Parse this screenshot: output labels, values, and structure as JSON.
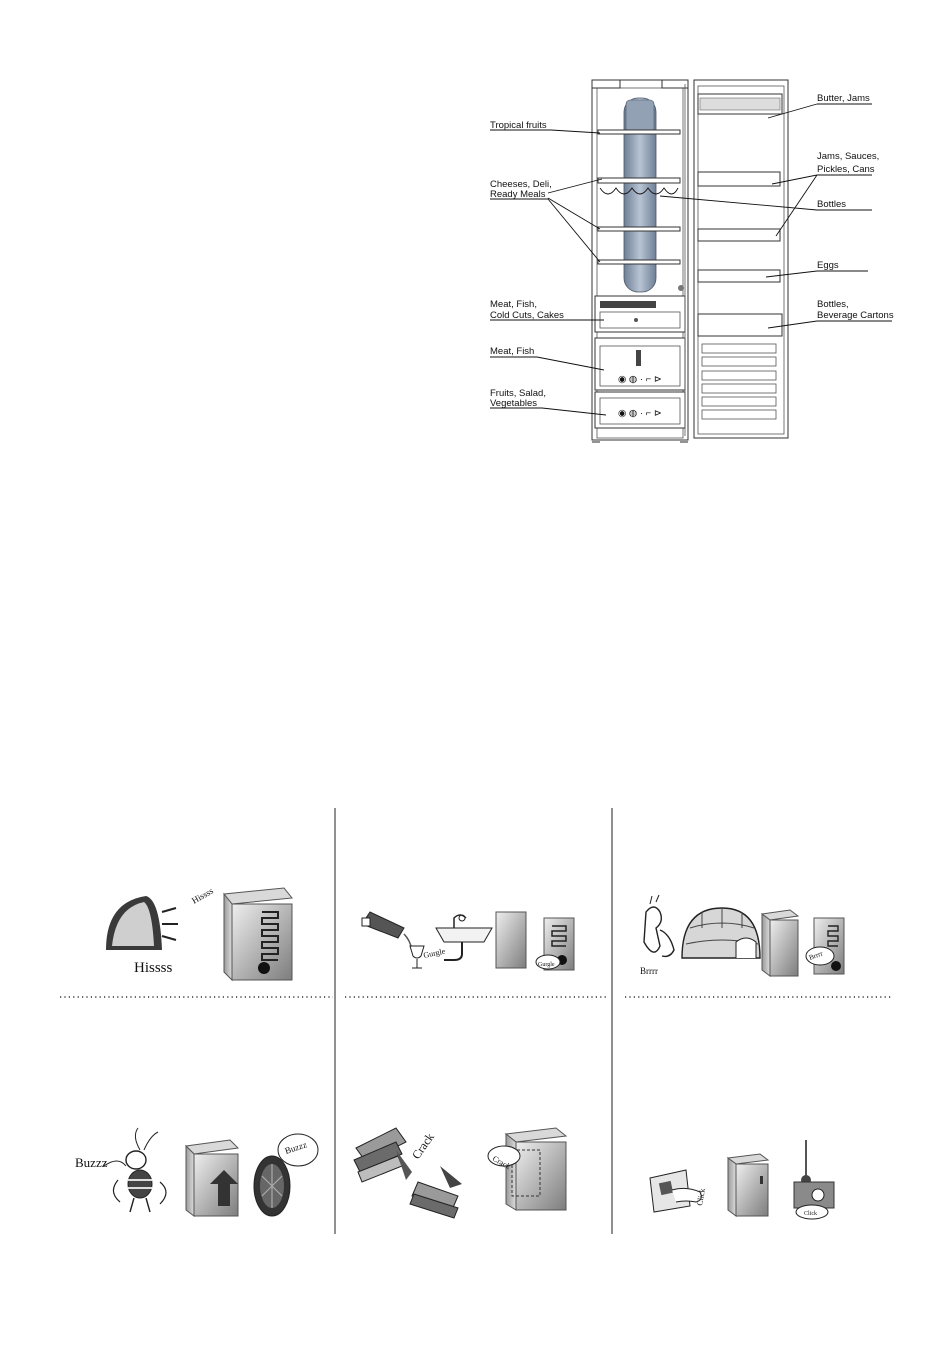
{
  "fridge_diagram": {
    "labels": {
      "tropical_fruits": "Tropical fruits",
      "cheeses_line1": "Cheeses, Deli,",
      "cheeses_line2": "Ready Meals",
      "meat_fish_line1": "Meat, Fish,",
      "meat_fish_line2": "Cold Cuts, Cakes",
      "meat_fish_drawer": "Meat, Fish",
      "fruits_line1": "Fruits, Salad,",
      "fruits_line2": "Vegetables",
      "butter_jams": "Butter, Jams",
      "jams_line1": "Jams, Sauces,",
      "jams_line2": "Pickles, Cans",
      "bottles": "Bottles",
      "eggs": "Eggs",
      "bottles_cartons_line1": "Bottles,",
      "bottles_cartons_line2": "Beverage Cartons"
    }
  },
  "sounds": {
    "hiss": {
      "caption": "Hissss",
      "bubble": "Hissss",
      "icons": [
        "steam-iron-icon",
        "fridge-coil-icon"
      ]
    },
    "gurgle": {
      "pour": "Gurgle",
      "bubble": "Gurgle",
      "icons": [
        "wine-pour-icon",
        "sink-icon",
        "fridge-coil-icon"
      ]
    },
    "brrr": {
      "caption": "Brrrr",
      "bubble": "Brrrr",
      "icons": [
        "shivering-figure-icon",
        "igloo-icon",
        "fridge-icon"
      ]
    },
    "buzz": {
      "caption": "Buzzz",
      "bubble": "Buzzz",
      "icons": [
        "bee-icon",
        "fridge-fan-icon",
        "fan-wheel-icon"
      ]
    },
    "crack": {
      "caption": "Crack",
      "bubble": "Crack",
      "icons": [
        "ice-cracking-icon",
        "fridge-door-icon"
      ]
    },
    "click": {
      "caption": "Click",
      "bubble": "Click",
      "icons": [
        "light-switch-icon",
        "fridge-icon",
        "thermostat-icon"
      ]
    }
  }
}
